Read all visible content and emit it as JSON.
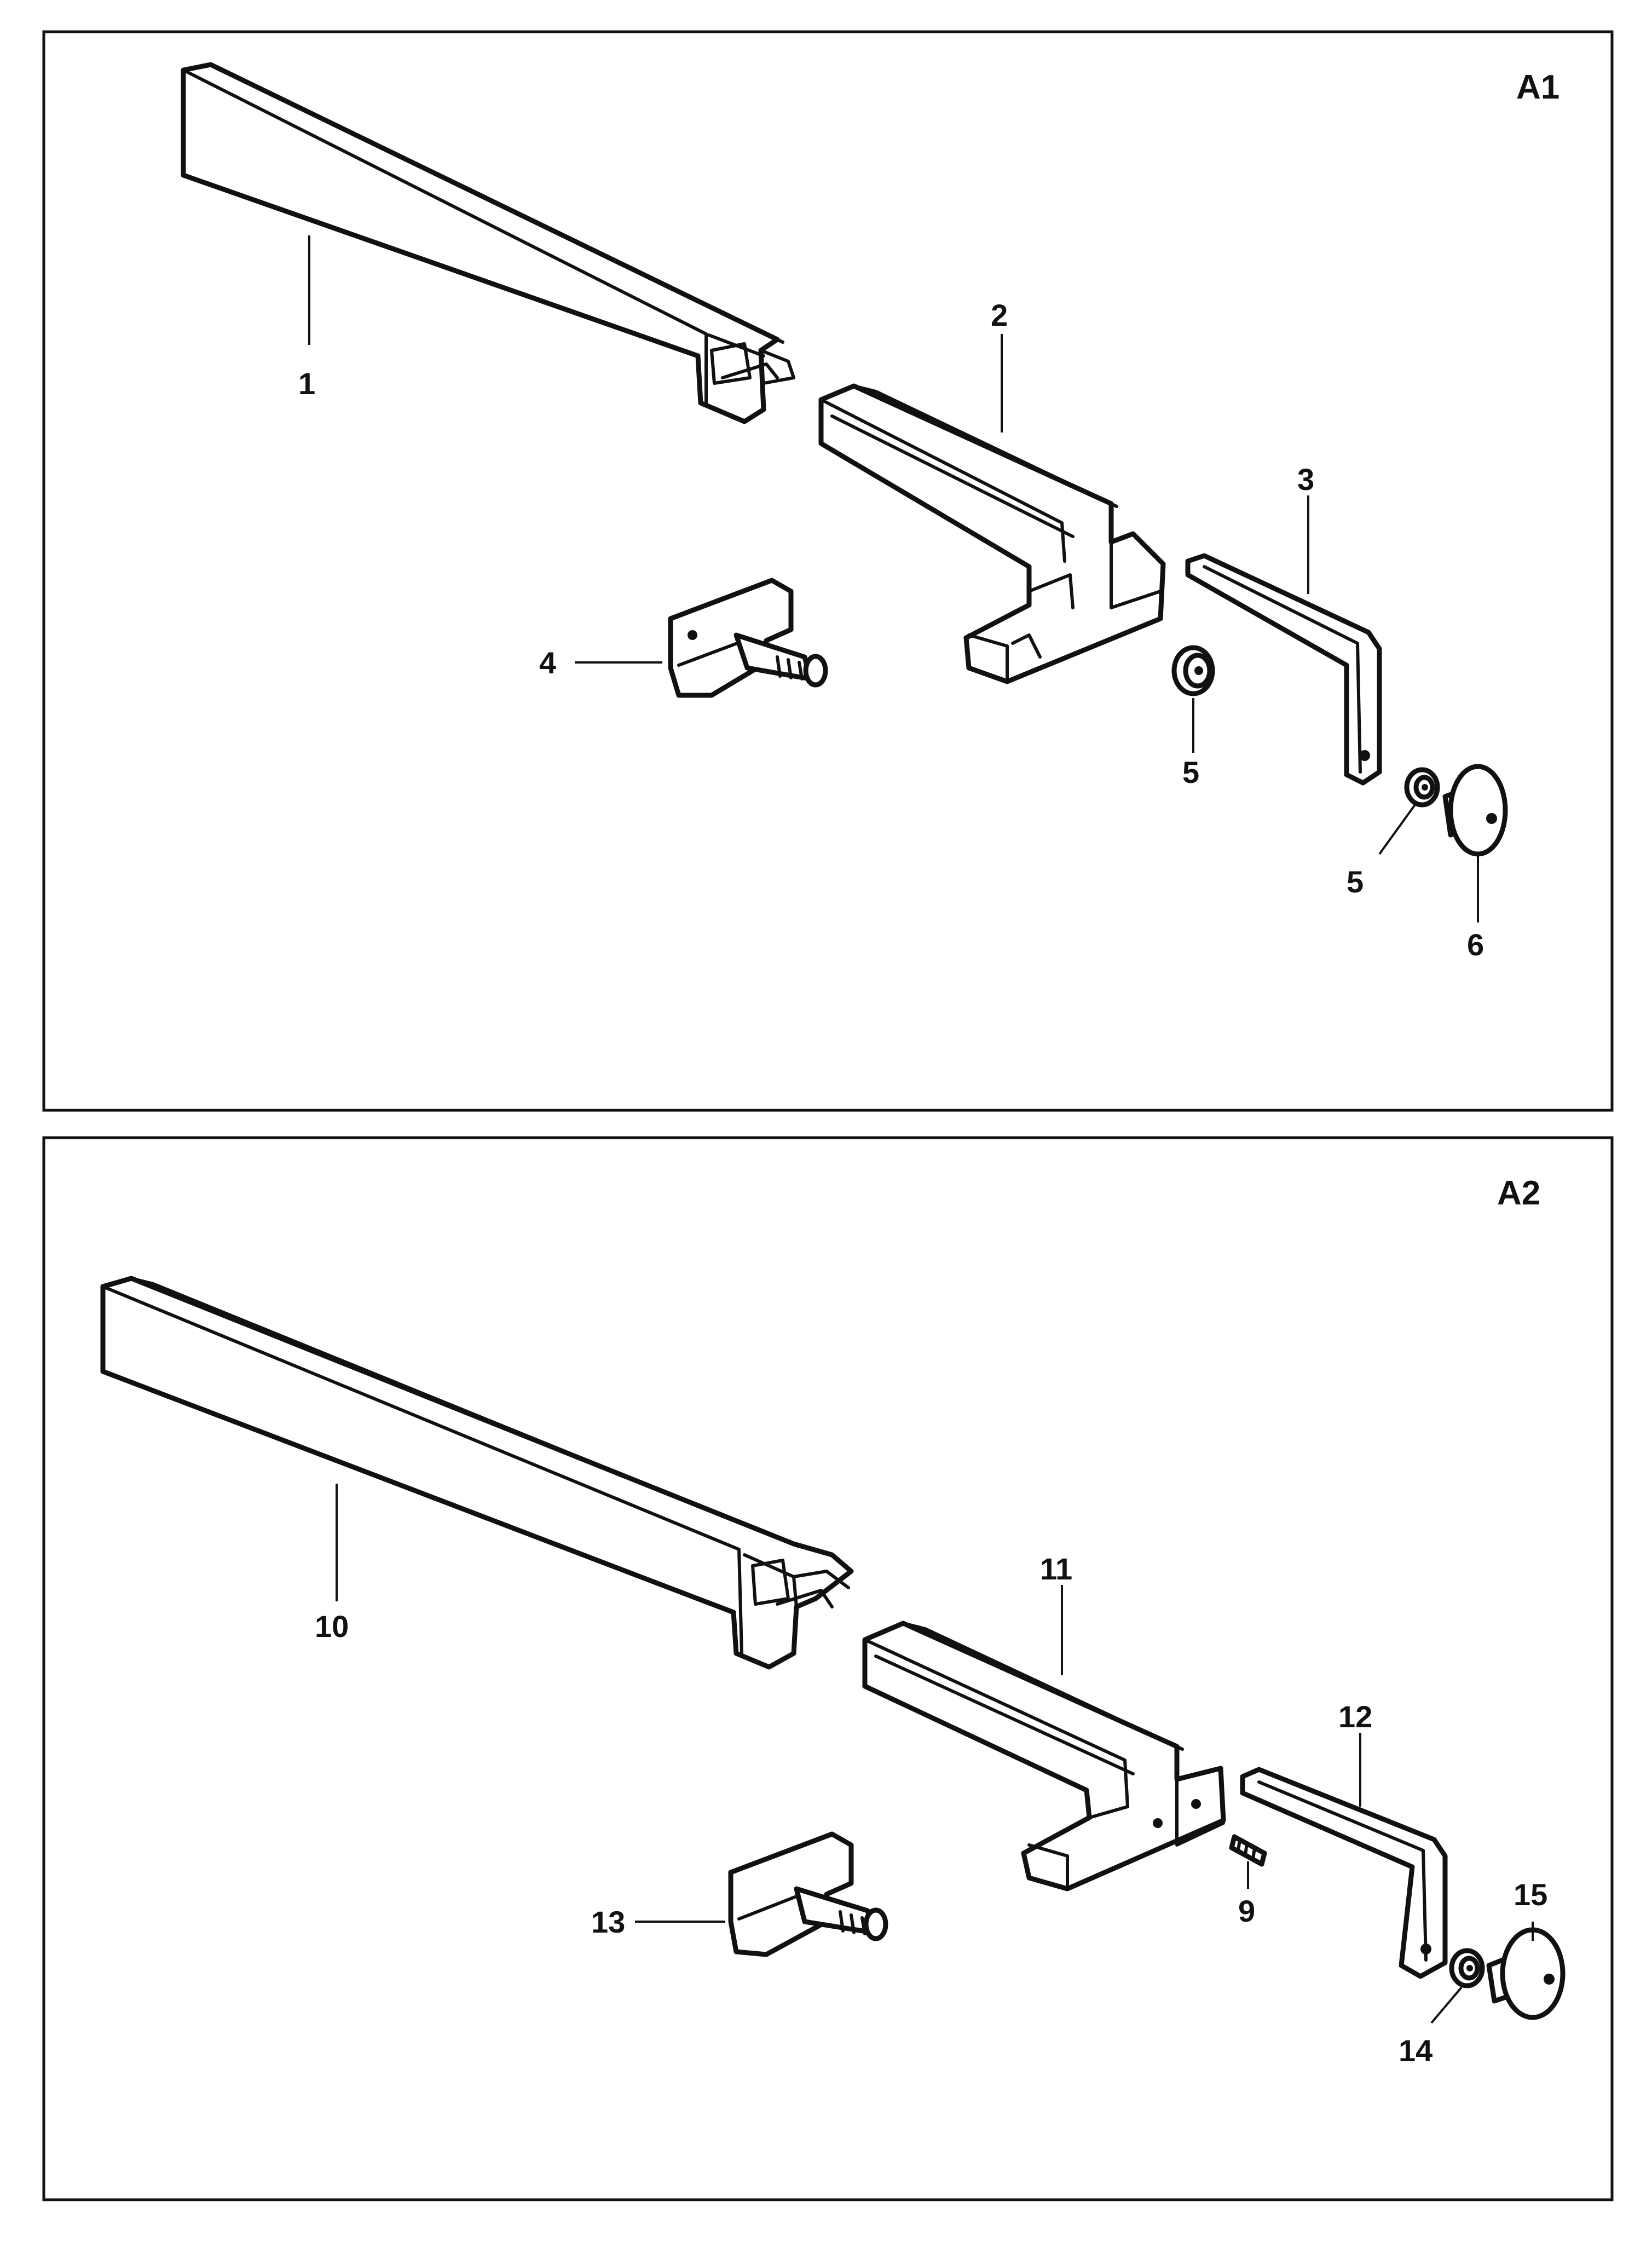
{
  "panels": [
    {
      "label": "A1",
      "parts": [
        {
          "num": "1",
          "name": "fence-rail"
        },
        {
          "num": "2",
          "name": "fence-carrier"
        },
        {
          "num": "3",
          "name": "clamp-lever"
        },
        {
          "num": "4",
          "name": "clamp-bolt"
        },
        {
          "num": "5",
          "name": "washer"
        },
        {
          "num": "5",
          "name": "washer"
        },
        {
          "num": "6",
          "name": "knob"
        }
      ]
    },
    {
      "label": "A2",
      "parts": [
        {
          "num": "10",
          "name": "fence-rail"
        },
        {
          "num": "11",
          "name": "fence-carrier"
        },
        {
          "num": "12",
          "name": "clamp-lever"
        },
        {
          "num": "13",
          "name": "clamp-bolt"
        },
        {
          "num": "9",
          "name": "set-screw"
        },
        {
          "num": "14",
          "name": "washer"
        },
        {
          "num": "15",
          "name": "knob"
        }
      ]
    }
  ]
}
